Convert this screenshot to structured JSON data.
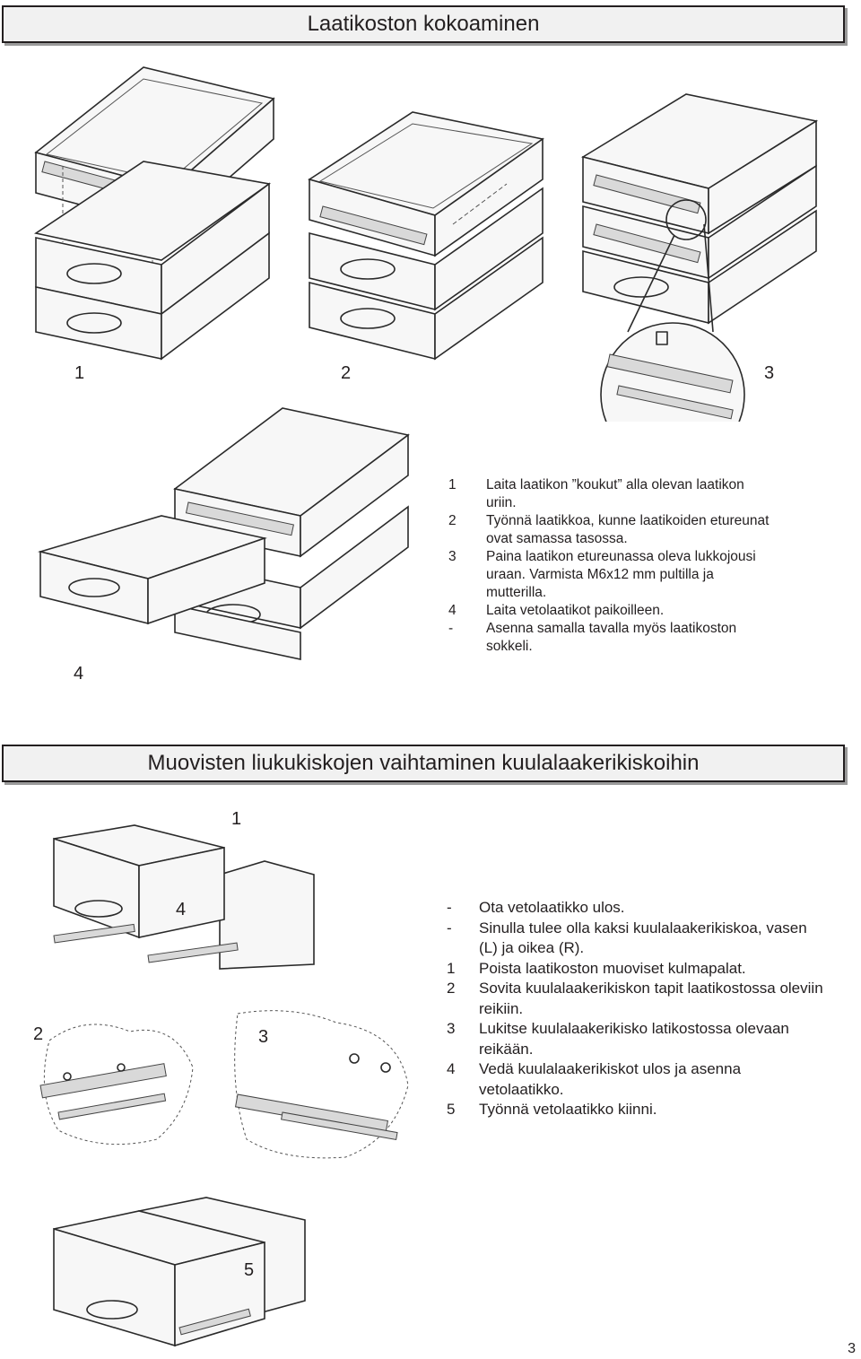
{
  "section1": {
    "title": "Laatikoston kokoaminen",
    "figure_labels": [
      "1",
      "2",
      "3",
      "4"
    ],
    "steps": [
      {
        "num": "1",
        "text": "Laita laatikon ”koukut” alla olevan laatikon uriin."
      },
      {
        "num": "2",
        "text": "Työnnä laatikkoa, kunne laatikoiden etureunat ovat samassa tasossa."
      },
      {
        "num": "3",
        "text": "Paina laatikon etureunassa oleva lukkojousi uraan. Varmista M6x12 mm pultilla ja mutterilla."
      },
      {
        "num": "4",
        "text": "Laita vetolaatikot paikoilleen."
      },
      {
        "num": "-",
        "text": "Asenna samalla tavalla myös laatikoston sokkeli."
      }
    ]
  },
  "section2": {
    "title": "Muovisten liukukiskojen vaihtaminen kuulalaakerikiskoihin",
    "figure_labels": [
      "1",
      "4",
      "2",
      "3",
      "5"
    ],
    "steps": [
      {
        "num": "-",
        "text": "Ota vetolaatikko ulos."
      },
      {
        "num": "-",
        "text": "Sinulla tulee olla kaksi kuulalaakerikiskoa, vasen (L) ja oikea (R)."
      },
      {
        "num": "1",
        "text": "Poista laatikoston muoviset kulmapalat."
      },
      {
        "num": "2",
        "text": "Sovita kuulalaakerikiskon tapit laatikostossa oleviin reikiin."
      },
      {
        "num": "3",
        "text": "Lukitse kuulalaakerikisko latikostossa olevaan reikään."
      },
      {
        "num": "4",
        "text": "Vedä kuulalaakerikiskot ulos ja asenna vetolaatikko."
      },
      {
        "num": "5",
        "text": "Työnnä vetolaatikko kiinni."
      }
    ]
  },
  "page_number": "3"
}
